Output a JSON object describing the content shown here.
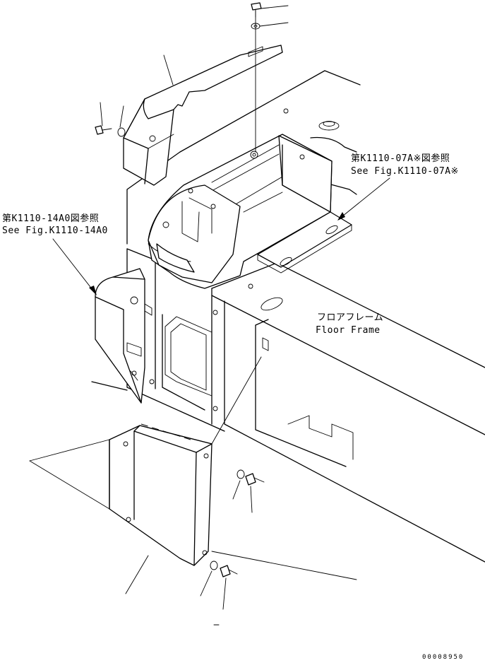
{
  "callouts": {
    "fig_07a_jp": "第K1110-07A※図参照",
    "fig_07a_en": "See Fig.K1110-07A※",
    "fig_14a0_jp": "第K1110-14A0図参照",
    "fig_14a0_en": "See Fig.K1110-14A0",
    "floor_frame_jp": "フロアフレーム",
    "floor_frame_en": "Floor Frame"
  },
  "drawing_code": "00008950"
}
